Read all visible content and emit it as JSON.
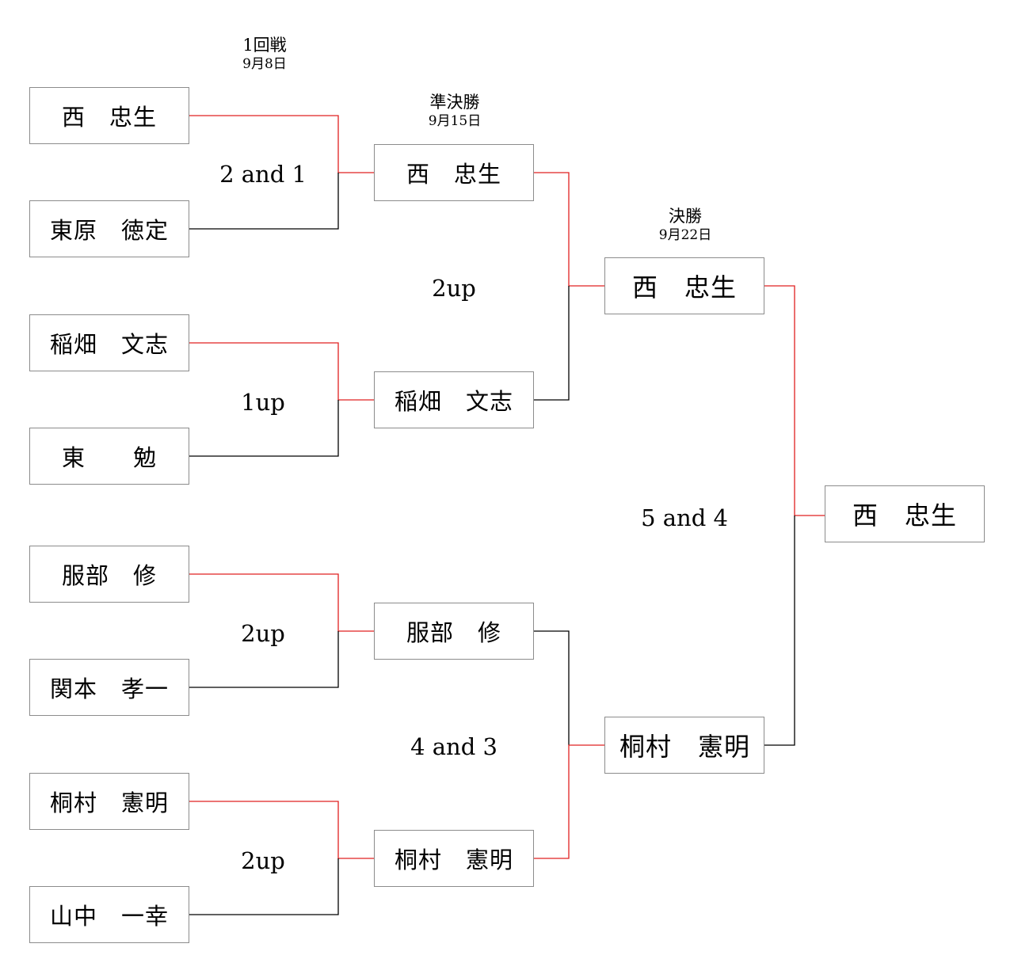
{
  "rounds": [
    {
      "title": "1回戦",
      "date": "9月8日"
    },
    {
      "title": "準決勝",
      "date": "9月15日"
    },
    {
      "title": "決勝",
      "date": "9月22日"
    }
  ],
  "round1": [
    {
      "a": "西　忠生",
      "b": "東原　徳定",
      "score": "2 and 1"
    },
    {
      "a": "稲畑　文志",
      "b": "東　　勉",
      "score": "1up"
    },
    {
      "a": "服部　修",
      "b": "関本　孝一",
      "score": "2up"
    },
    {
      "a": "桐村　憲明",
      "b": "山中　一幸",
      "score": "2up"
    }
  ],
  "semifinal": [
    {
      "a": "西　忠生",
      "b": "稲畑　文志",
      "score": "2up"
    },
    {
      "a": "服部　修",
      "b": "桐村　憲明",
      "score": "4 and 3"
    }
  ],
  "final": {
    "a": "西　忠生",
    "b": "桐村　憲明",
    "score": "5 and 4"
  },
  "champion": "西　忠生",
  "colors": {
    "winner_line": "#e02020",
    "loser_line": "#000000",
    "box_border": "#8c8c8c"
  }
}
